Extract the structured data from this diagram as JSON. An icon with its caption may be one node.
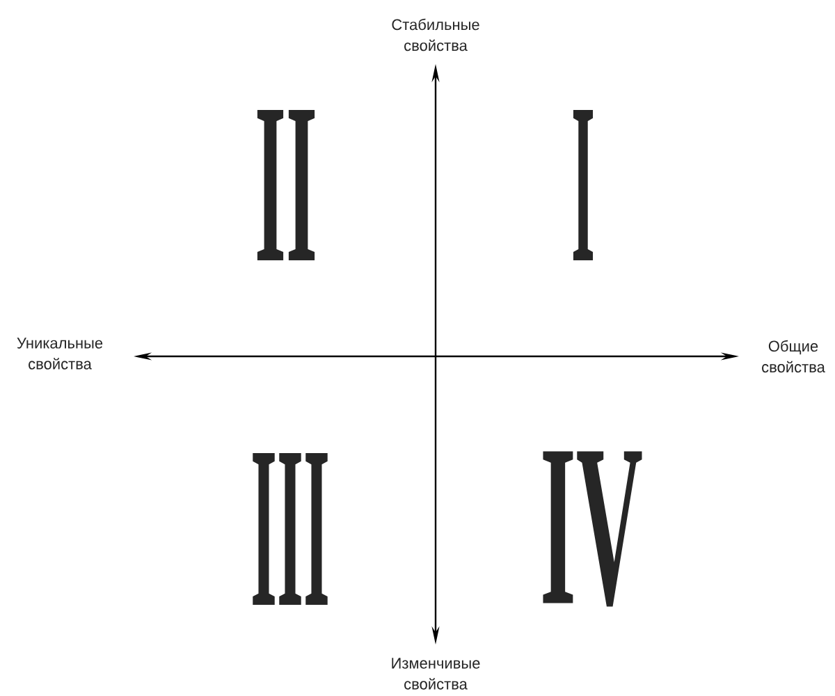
{
  "diagram": {
    "labels": [
      "Стабильные свойства",
      "II",
      "I",
      "Уникальные свойства",
      "Общие свойства",
      "III",
      "IV",
      "Изменчивые свойства"
    ]
  }
}
